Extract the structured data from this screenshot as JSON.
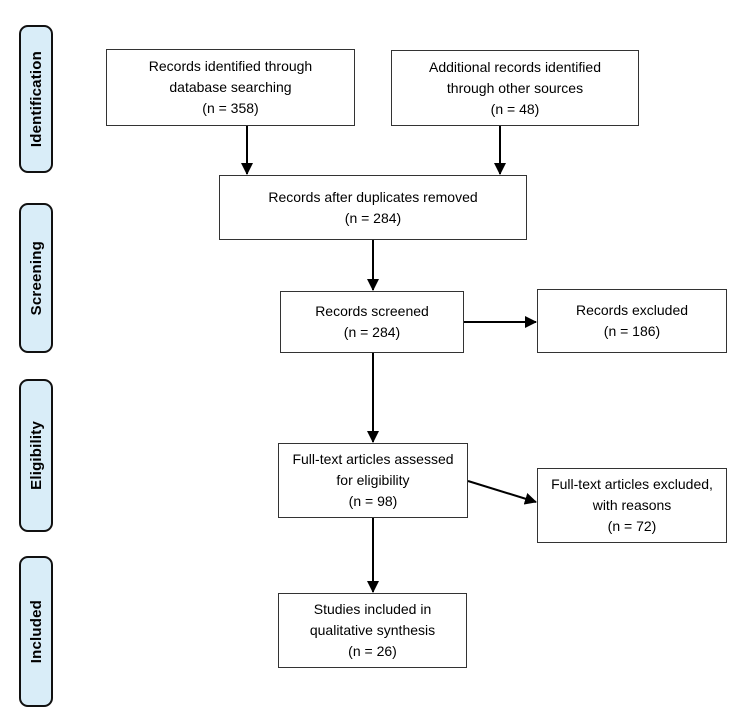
{
  "colors": {
    "background": "#ffffff",
    "stage_fill": "#d9edf8",
    "stage_border": "#111111",
    "box_border": "#333333",
    "arrow": "#000000",
    "text": "#000000"
  },
  "stages": [
    {
      "label": "Identification"
    },
    {
      "label": "Screening"
    },
    {
      "label": "Eligibility"
    },
    {
      "label": "Included"
    }
  ],
  "boxes": [
    {
      "id": "records-identified-database",
      "lines": [
        "Records identified through",
        "database searching",
        "(n = 358)"
      ],
      "n": 358
    },
    {
      "id": "additional-records-other-sources",
      "lines": [
        "Additional records identified",
        "through other sources",
        "(n = 48)"
      ],
      "n": 48
    },
    {
      "id": "records-after-duplicates-removed",
      "lines": [
        "Records after duplicates removed",
        "(n = 284)"
      ],
      "n": 284
    },
    {
      "id": "records-screened",
      "lines": [
        "Records screened",
        "(n = 284)"
      ],
      "n": 284
    },
    {
      "id": "records-excluded",
      "lines": [
        "Records excluded",
        "(n = 186)"
      ],
      "n": 186
    },
    {
      "id": "full-text-articles-assessed",
      "lines": [
        "Full-text articles assessed",
        "for eligibility",
        "(n = 98)"
      ],
      "n": 98
    },
    {
      "id": "full-text-articles-excluded",
      "lines": [
        "Full-text articles excluded,",
        "with reasons",
        "(n = 72)"
      ],
      "n": 72
    },
    {
      "id": "studies-included-qualitative-synthesis",
      "lines": [
        "Studies included in",
        "qualitative synthesis",
        "(n = 26)"
      ],
      "n": 26
    }
  ],
  "connections": [
    {
      "from": "records-identified-database",
      "to": "records-after-duplicates-removed"
    },
    {
      "from": "additional-records-other-sources",
      "to": "records-after-duplicates-removed"
    },
    {
      "from": "records-after-duplicates-removed",
      "to": "records-screened"
    },
    {
      "from": "records-screened",
      "to": "records-excluded"
    },
    {
      "from": "records-screened",
      "to": "full-text-articles-assessed"
    },
    {
      "from": "full-text-articles-assessed",
      "to": "full-text-articles-excluded"
    },
    {
      "from": "full-text-articles-assessed",
      "to": "studies-included-qualitative-synthesis"
    }
  ]
}
